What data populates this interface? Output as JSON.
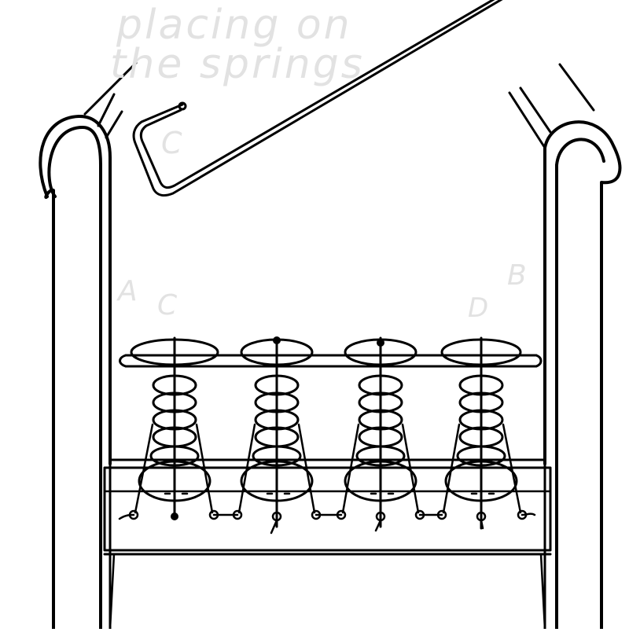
{
  "diagram": {
    "title": "placing on the springs",
    "caption_lines": [
      "placing on",
      "the springs"
    ],
    "labels": {
      "hook": "C",
      "left_edge": "A",
      "left_spring": "C",
      "right_edge": "B",
      "right_spring": "D"
    },
    "components": {
      "frame": "chair frame with rolled arms",
      "edge_wire": "cane / edge wire across spring tops",
      "hook_wire": "bent wire hook (C)",
      "springs": [
        "spring-1",
        "spring-2",
        "spring-3",
        "spring-4"
      ],
      "base": "seat rail / webbing board",
      "ties": "twine knots along base"
    },
    "spring_count": 4,
    "colors": {
      "ink": "#000000",
      "background": "#ffffff",
      "faint_text": "#e2e2e2"
    }
  }
}
